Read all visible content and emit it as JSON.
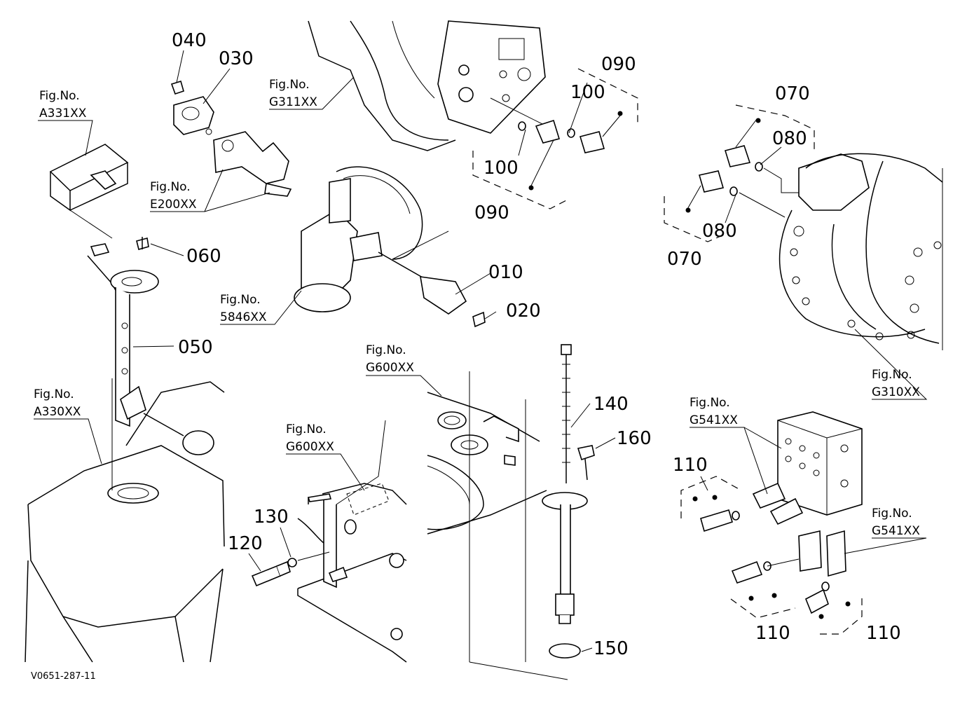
{
  "diagram": {
    "drawing_code": "V0651-287-11",
    "figure_refs": [
      {
        "id": "a331",
        "top": "Fig.No.",
        "bottom": "A331XX"
      },
      {
        "id": "e200",
        "top": "Fig.No.",
        "bottom": "E200XX"
      },
      {
        "id": "g311",
        "top": "Fig.No.",
        "bottom": "G311XX"
      },
      {
        "id": "a330",
        "top": "Fig.No.",
        "bottom": "A330XX"
      },
      {
        "id": "s5846",
        "top": "Fig.No.",
        "bottom": "5846XX"
      },
      {
        "id": "g600a",
        "top": "Fig.No.",
        "bottom": "G600XX"
      },
      {
        "id": "g600b",
        "top": "Fig.No.",
        "bottom": "G600XX"
      },
      {
        "id": "g310",
        "top": "Fig.No.",
        "bottom": "G310XX"
      },
      {
        "id": "g541a",
        "top": "Fig.No.",
        "bottom": "G541XX"
      },
      {
        "id": "g541b",
        "top": "Fig.No.",
        "bottom": "G541XX"
      }
    ],
    "part_numbers": [
      {
        "id": "p040",
        "label": "040"
      },
      {
        "id": "p030",
        "label": "030"
      },
      {
        "id": "p060",
        "label": "060"
      },
      {
        "id": "p050",
        "label": "050"
      },
      {
        "id": "p090a",
        "label": "090"
      },
      {
        "id": "p100a",
        "label": "100"
      },
      {
        "id": "p100b",
        "label": "100"
      },
      {
        "id": "p090b",
        "label": "090"
      },
      {
        "id": "p010",
        "label": "010"
      },
      {
        "id": "p020",
        "label": "020"
      },
      {
        "id": "p070a",
        "label": "070"
      },
      {
        "id": "p080a",
        "label": "080"
      },
      {
        "id": "p080b",
        "label": "080"
      },
      {
        "id": "p070b",
        "label": "070"
      },
      {
        "id": "p140",
        "label": "140"
      },
      {
        "id": "p160",
        "label": "160"
      },
      {
        "id": "p150",
        "label": "150"
      },
      {
        "id": "p130",
        "label": "130"
      },
      {
        "id": "p120",
        "label": "120"
      },
      {
        "id": "p110a",
        "label": "110"
      },
      {
        "id": "p110b",
        "label": "110"
      },
      {
        "id": "p110c",
        "label": "110"
      }
    ]
  }
}
